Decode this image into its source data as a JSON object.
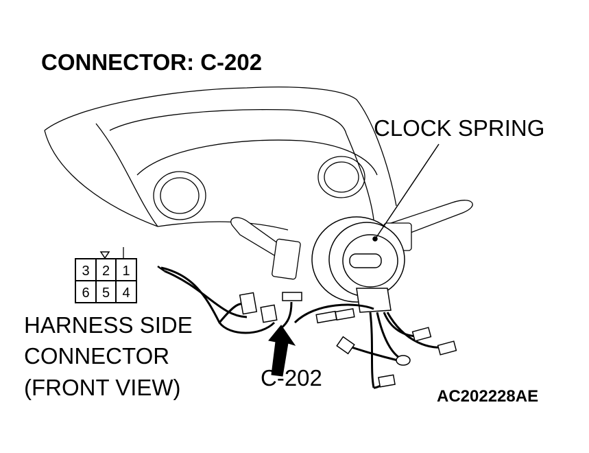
{
  "title": "CONNECTOR: C-202",
  "labels": {
    "clock_spring": "CLOCK SPRING",
    "harness_line1": "HARNESS SIDE",
    "harness_line2": "CONNECTOR",
    "harness_line3": "(FRONT VIEW)",
    "connector_id": "C-202",
    "figure_id": "AC202228AE"
  },
  "connector_pins": {
    "top_row": [
      "3",
      "2",
      "1"
    ],
    "bottom_row": [
      "6",
      "5",
      "4"
    ]
  }
}
